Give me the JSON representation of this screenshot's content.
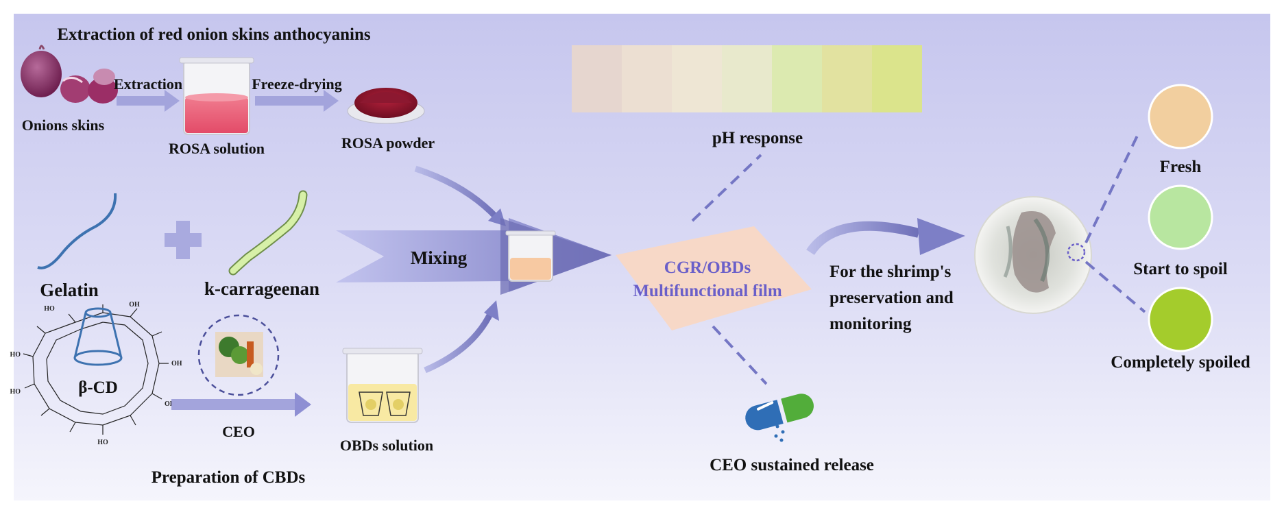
{
  "header": {
    "title": "Extraction of red onion skins anthocyanins"
  },
  "extraction": {
    "onions_label": "Onions skins",
    "extraction_arrow_label": "Extraction",
    "rosa_solution_label": "ROSA solution",
    "freeze_drying_label": "Freeze-drying",
    "rosa_powder_label": "ROSA powder"
  },
  "materials": {
    "gelatin_label": "Gelatin",
    "carrageenan_label": "k-carrageenan",
    "mixing_label": "Mixing"
  },
  "cbd": {
    "beta_cd_label": "β-CD",
    "ceo_label": "CEO",
    "obds_solution_label": "OBDs solution",
    "section_title": "Preparation of CBDs",
    "oh_label": "HO",
    "oh_label_right": "OH"
  },
  "film": {
    "line1": "CGR/OBDs",
    "line2": "Multifunctional film",
    "ph_response_label": "pH response",
    "release_label": "CEO sustained release",
    "swatch_colors": [
      "#e6d6cf",
      "#ecdfd2",
      "#eee6d4",
      "#e8e9cc",
      "#dceab0",
      "#e2e2a0",
      "#dbe48c"
    ]
  },
  "shrimp": {
    "line1": "For the shrimp's",
    "line2": "preservation and",
    "line3": "monitoring"
  },
  "freshness": {
    "fresh_label": "Fresh",
    "fresh_color": "#f2cf9f",
    "start_spoil_label": "Start to spoil",
    "start_spoil_color": "#b8e6a0",
    "spoiled_label": "Completely spoiled",
    "spoiled_color": "#a4cc2c"
  },
  "colors": {
    "arrow": "#8e8fd3",
    "title_purple": "#6a5fc9",
    "film_fill": "#f6d6c6",
    "background_top": "#c9c9ef",
    "background_bottom": "#f3f3fb"
  }
}
